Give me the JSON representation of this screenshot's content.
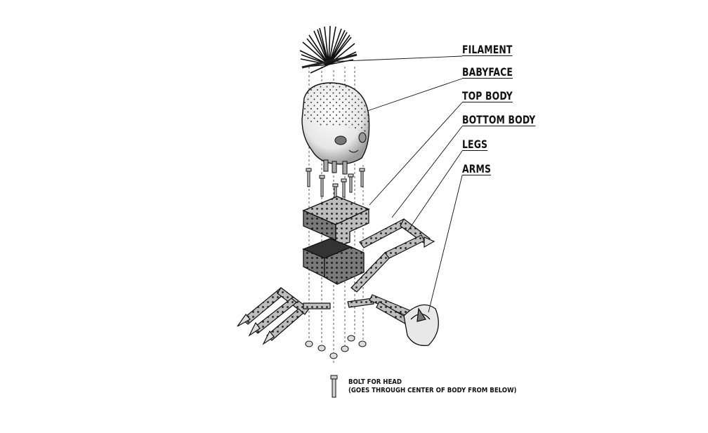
{
  "diagram": {
    "callouts": [
      {
        "id": "filament",
        "label": "FILAMENT"
      },
      {
        "id": "babyface",
        "label": "BABYFACE"
      },
      {
        "id": "top_body",
        "label": "TOP BODY"
      },
      {
        "id": "bottom_body",
        "label": "BOTTOM BODY"
      },
      {
        "id": "legs",
        "label": "LEGS"
      },
      {
        "id": "arms",
        "label": "ARMS"
      }
    ],
    "bolt_note": {
      "line1": "BOLT FOR HEAD",
      "line2": "(GOES THROUGH CENTER OF BODY FROM BELOW)"
    }
  },
  "colors": {
    "ink": "#111111",
    "body_gray": "#9a9a9a",
    "dark_gray": "#555555",
    "light_gray": "#d8d8d8"
  }
}
